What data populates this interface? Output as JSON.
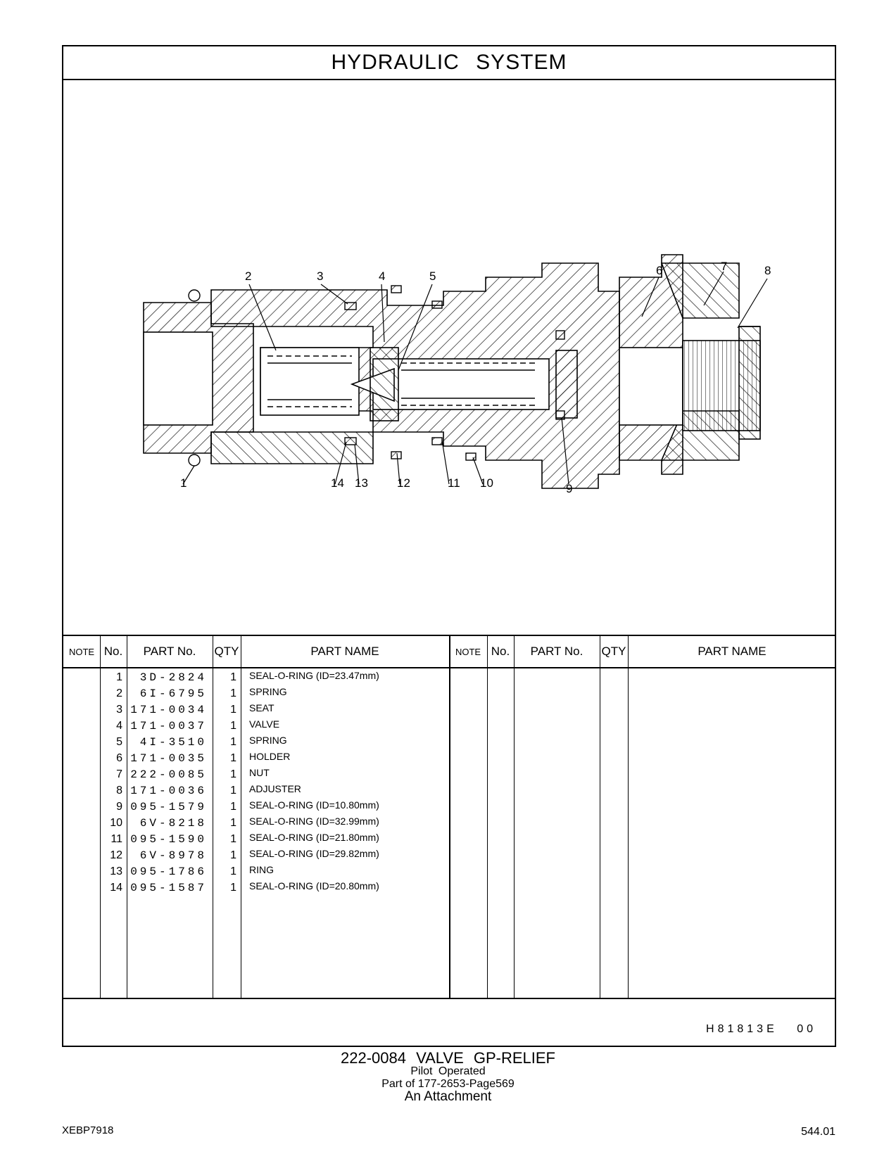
{
  "page_title": "HYDRAULIC SYSTEM",
  "callouts": [
    "1",
    "2",
    "3",
    "4",
    "5",
    "6",
    "7",
    "8",
    "9",
    "10",
    "11",
    "12",
    "13",
    "14"
  ],
  "table": {
    "headers": {
      "note": "NOTE",
      "no": "No.",
      "part_no": "PART No.",
      "qty": "QTY",
      "part_name": "PART NAME"
    },
    "rows": [
      {
        "no": "1",
        "part_no": "3D-2824",
        "qty": "1",
        "name": "SEAL-O-RING (ID=23.47mm)"
      },
      {
        "no": "2",
        "part_no": "6I-6795",
        "qty": "1",
        "name": "SPRING"
      },
      {
        "no": "3",
        "part_no": "171-0034",
        "qty": "1",
        "name": "SEAT"
      },
      {
        "no": "4",
        "part_no": "171-0037",
        "qty": "1",
        "name": "VALVE"
      },
      {
        "no": "5",
        "part_no": "4I-3510",
        "qty": "1",
        "name": "SPRING"
      },
      {
        "no": "6",
        "part_no": "171-0035",
        "qty": "1",
        "name": "HOLDER"
      },
      {
        "no": "7",
        "part_no": "222-0085",
        "qty": "1",
        "name": "NUT"
      },
      {
        "no": "8",
        "part_no": "171-0036",
        "qty": "1",
        "name": "ADJUSTER"
      },
      {
        "no": "9",
        "part_no": "095-1579",
        "qty": "1",
        "name": "SEAL-O-RING (ID=10.80mm)"
      },
      {
        "no": "10",
        "part_no": "6V-8218",
        "qty": "1",
        "name": "SEAL-O-RING (ID=32.99mm)"
      },
      {
        "no": "11",
        "part_no": "095-1590",
        "qty": "1",
        "name": "SEAL-O-RING (ID=21.80mm)"
      },
      {
        "no": "12",
        "part_no": "6V-8978",
        "qty": "1",
        "name": "SEAL-O-RING (ID=29.82mm)"
      },
      {
        "no": "13",
        "part_no": "095-1786",
        "qty": "1",
        "name": "RING"
      },
      {
        "no": "14",
        "part_no": "095-1587",
        "qty": "1",
        "name": "SEAL-O-RING (ID=20.80mm)"
      }
    ]
  },
  "drawing_code": "H81813E 00",
  "caption": {
    "line1": "222-0084 VALVE GP-RELIEF",
    "line2": "Pilot Operated",
    "line3": "Part of 177-2653-Page569",
    "line4": "An Attachment"
  },
  "footer": {
    "doc_id": "XEBP7918",
    "page": "544.01"
  }
}
